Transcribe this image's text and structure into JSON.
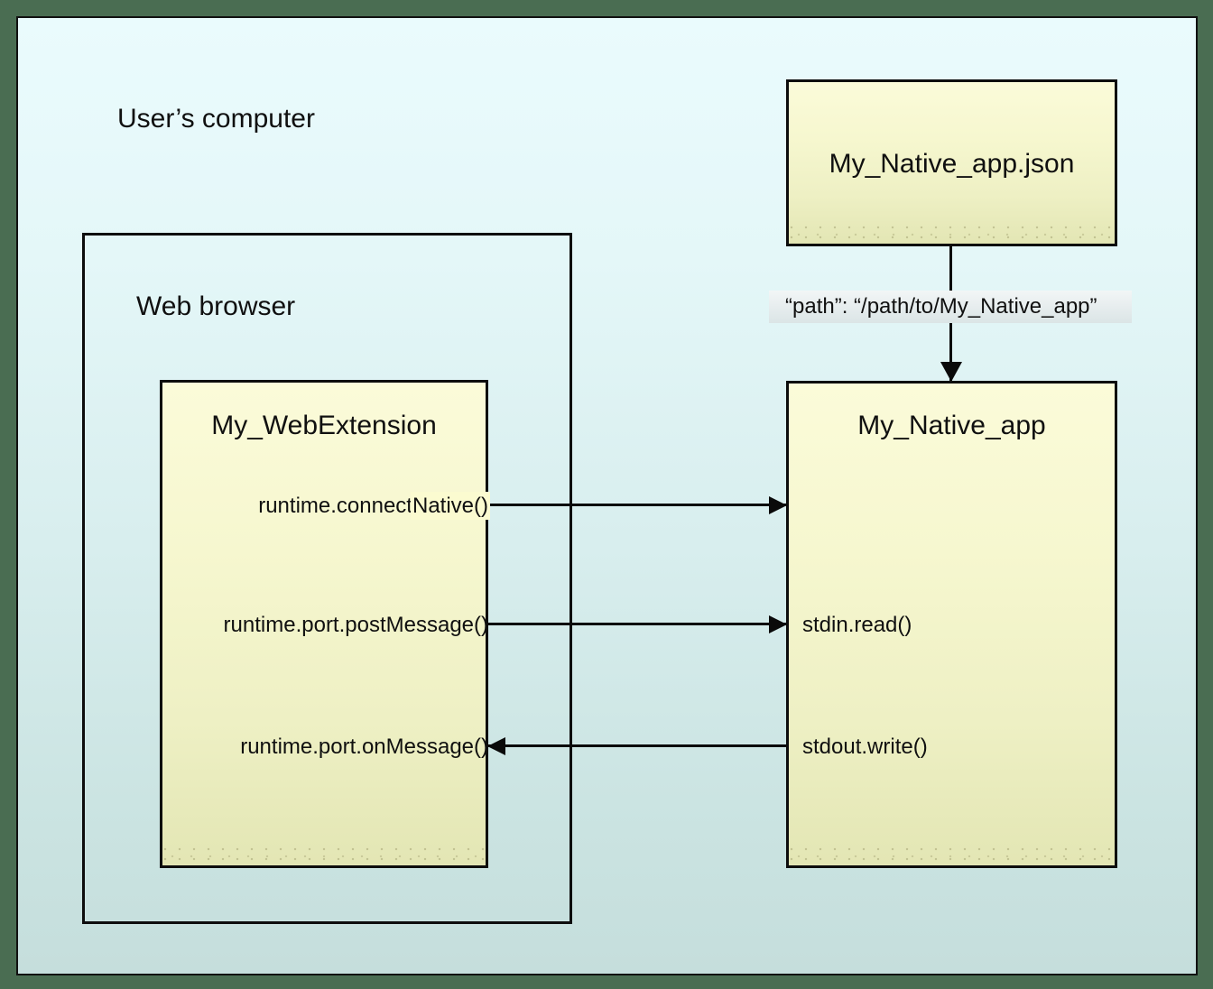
{
  "diagram": {
    "title": "User’s computer",
    "outer_label": "User’s computer",
    "background_outer_color": "#4a6d52",
    "canvas_gradient_top": "#eafbfd",
    "canvas_gradient_bottom": "#c5dedc"
  },
  "browser": {
    "label": "Web browser"
  },
  "extension_box": {
    "title": "My_WebExtension",
    "fill_color": "#eef0c4",
    "apis": [
      {
        "label": "runtime.connectNative()",
        "highlight_text": "Native()"
      },
      {
        "label": "runtime.port.postMessage()",
        "highlight_text": ""
      },
      {
        "label": "runtime.port.onMessage()",
        "highlight_text": ""
      }
    ]
  },
  "manifest_box": {
    "title": "My_Native_app.json",
    "fill_color": "#eef0c4"
  },
  "path_callout": {
    "text": "“path”: “/path/to/My_Native_app”",
    "fill_color": "#e8eeef"
  },
  "native_box": {
    "title": "My_Native_app",
    "fill_color": "#eef0c4",
    "apis": [
      {
        "label": "stdin.read()"
      },
      {
        "label": "stdout.write()"
      }
    ]
  },
  "arrows": [
    {
      "name": "connect-native-arrow",
      "direction": "right"
    },
    {
      "name": "post-message-arrow",
      "direction": "right"
    },
    {
      "name": "on-message-arrow",
      "direction": "left"
    },
    {
      "name": "manifest-path-arrow",
      "direction": "down"
    }
  ]
}
